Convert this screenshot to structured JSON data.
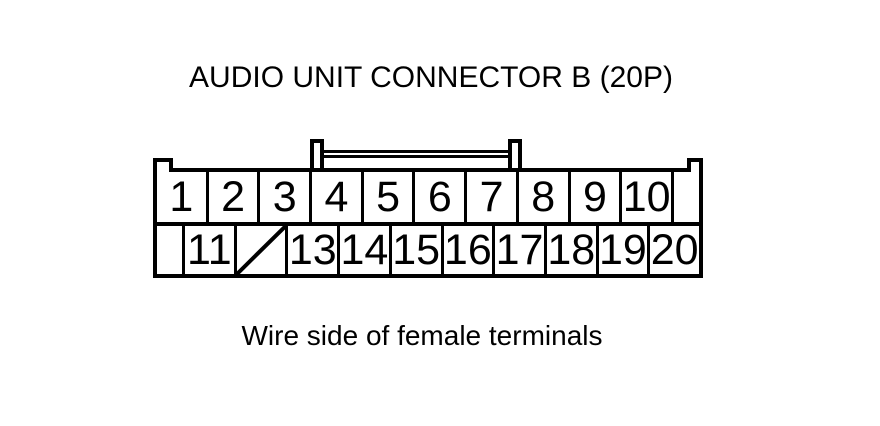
{
  "title": "AUDIO UNIT CONNECTOR B (20P)",
  "caption": "Wire side of female terminals",
  "connector": {
    "rows": {
      "top": [
        "1",
        "2",
        "3",
        "4",
        "5",
        "6",
        "7",
        "8",
        "9",
        "10"
      ],
      "bottom": [
        "11",
        "",
        "13",
        "14",
        "15",
        "16",
        "17",
        "18",
        "19",
        "20"
      ]
    },
    "blocked_pin_position": "12",
    "colors": {
      "line": "#000000",
      "background": "#ffffff"
    }
  }
}
